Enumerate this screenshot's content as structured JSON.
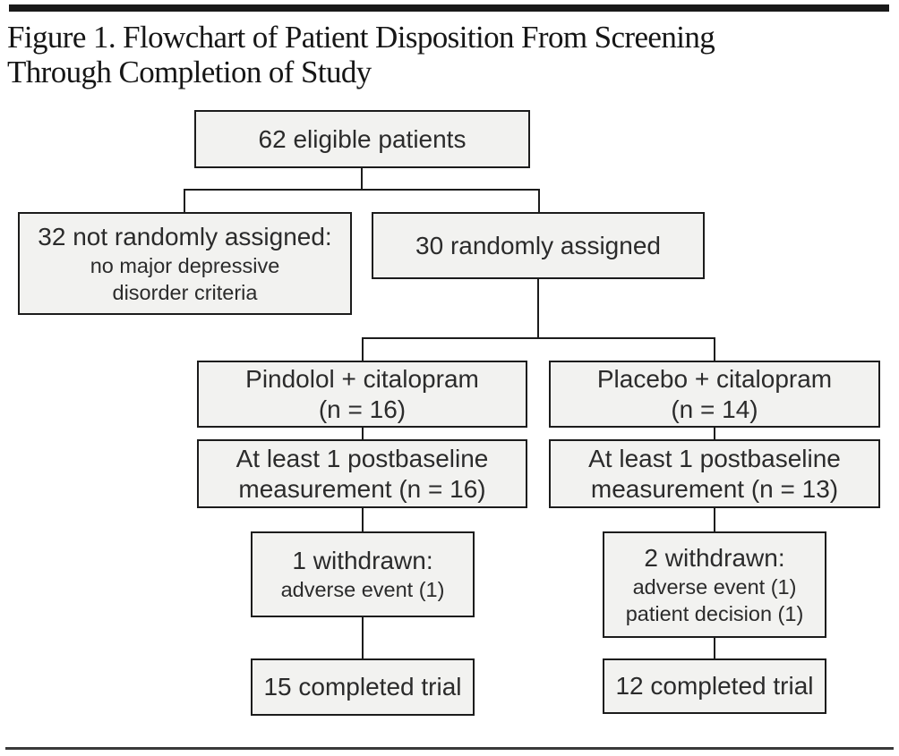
{
  "figure": {
    "title_line1": "Figure 1. Flowchart of Patient Disposition From Screening",
    "title_line2": "Through Completion of Study"
  },
  "colors": {
    "box_fill": "#f2f2f0",
    "box_border": "#1c1c1c",
    "connector_line": "#1c1c1c",
    "box_text": "#2b2b2b",
    "title_text": "#161616",
    "top_bar": "#191919",
    "bottom_rule": "#3a3a3a"
  },
  "flowchart": {
    "nodes": {
      "eligible": {
        "line1": "62 eligible patients"
      },
      "not_randomized": {
        "line1": "32 not randomly assigned:",
        "line2": "no major depressive",
        "line3": "disorder criteria"
      },
      "randomized": {
        "line1": "30 randomly assigned"
      },
      "pindolol_arm": {
        "line1": "Pindolol + citalopram",
        "line2": "(n = 16)"
      },
      "placebo_arm": {
        "line1": "Placebo + citalopram",
        "line2": "(n = 14)"
      },
      "postbaseline_pindolol": {
        "line1": "At least 1 postbaseline",
        "line2": "measurement (n = 16)"
      },
      "postbaseline_placebo": {
        "line1": "At least 1 postbaseline",
        "line2": "measurement (n = 13)"
      },
      "withdrawn_pindolol": {
        "line1": "1 withdrawn:",
        "line2": "adverse event (1)"
      },
      "withdrawn_placebo": {
        "line1": "2 withdrawn:",
        "line2": "adverse event (1)",
        "line3": "patient decision (1)"
      },
      "completed_pindolol": {
        "line1": "15 completed trial"
      },
      "completed_placebo": {
        "line1": "12 completed trial"
      }
    }
  }
}
